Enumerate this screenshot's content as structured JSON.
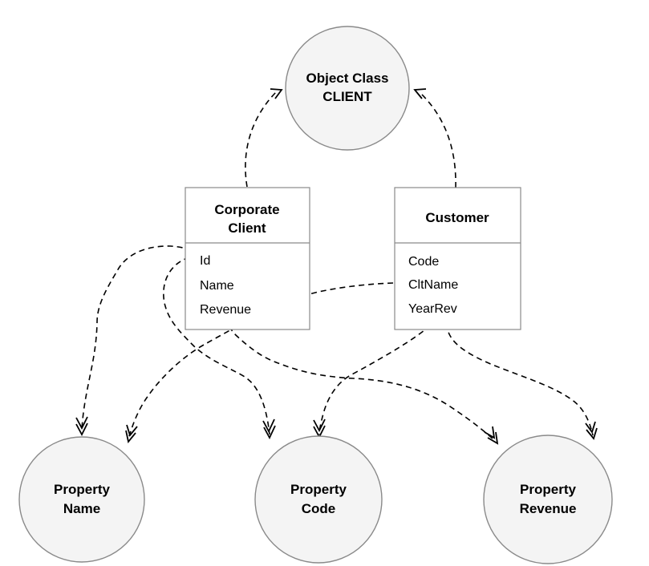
{
  "nodes": {
    "object_class": {
      "line1": "Object Class",
      "line2": "CLIENT"
    },
    "property_name": {
      "line1": "Property",
      "line2": "Name"
    },
    "property_code": {
      "line1": "Property",
      "line2": "Code"
    },
    "property_revenue": {
      "line1": "Property",
      "line2": "Revenue"
    }
  },
  "tables": {
    "corporate_client": {
      "title_line1": "Corporate",
      "title_line2": "Client",
      "fields": [
        "Id",
        "Name",
        "Revenue"
      ]
    },
    "customer": {
      "title": "Customer",
      "fields": [
        "Code",
        "CltName",
        "YearRev"
      ]
    }
  },
  "edges": [
    {
      "from": "Corporate Client",
      "to": "Object Class CLIENT",
      "style": "dashed-open-arrow"
    },
    {
      "from": "Customer",
      "to": "Object Class CLIENT",
      "style": "dashed-open-arrow"
    },
    {
      "from": "Corporate Client.Name",
      "to": "Property Name",
      "style": "dashed-double-chevron"
    },
    {
      "from": "Corporate Client.Id",
      "to": "Property Code",
      "style": "dashed-double-chevron"
    },
    {
      "from": "Corporate Client.Revenue",
      "to": "Property Revenue",
      "style": "dashed-double-chevron"
    },
    {
      "from": "Customer.CltName",
      "to": "Property Name",
      "style": "dashed-double-chevron"
    },
    {
      "from": "Customer.Code",
      "to": "Property Code",
      "style": "dashed-double-chevron"
    },
    {
      "from": "Customer.YearRev",
      "to": "Property Revenue",
      "style": "dashed-double-chevron"
    }
  ],
  "colors": {
    "background": "#ffffff",
    "node_fill": "#f4f4f4",
    "node_stroke": "#8a8a8a",
    "box_fill": "#ffffff",
    "box_stroke": "#8a8a8a",
    "edge_color": "#000000",
    "text_color": "#000000"
  }
}
